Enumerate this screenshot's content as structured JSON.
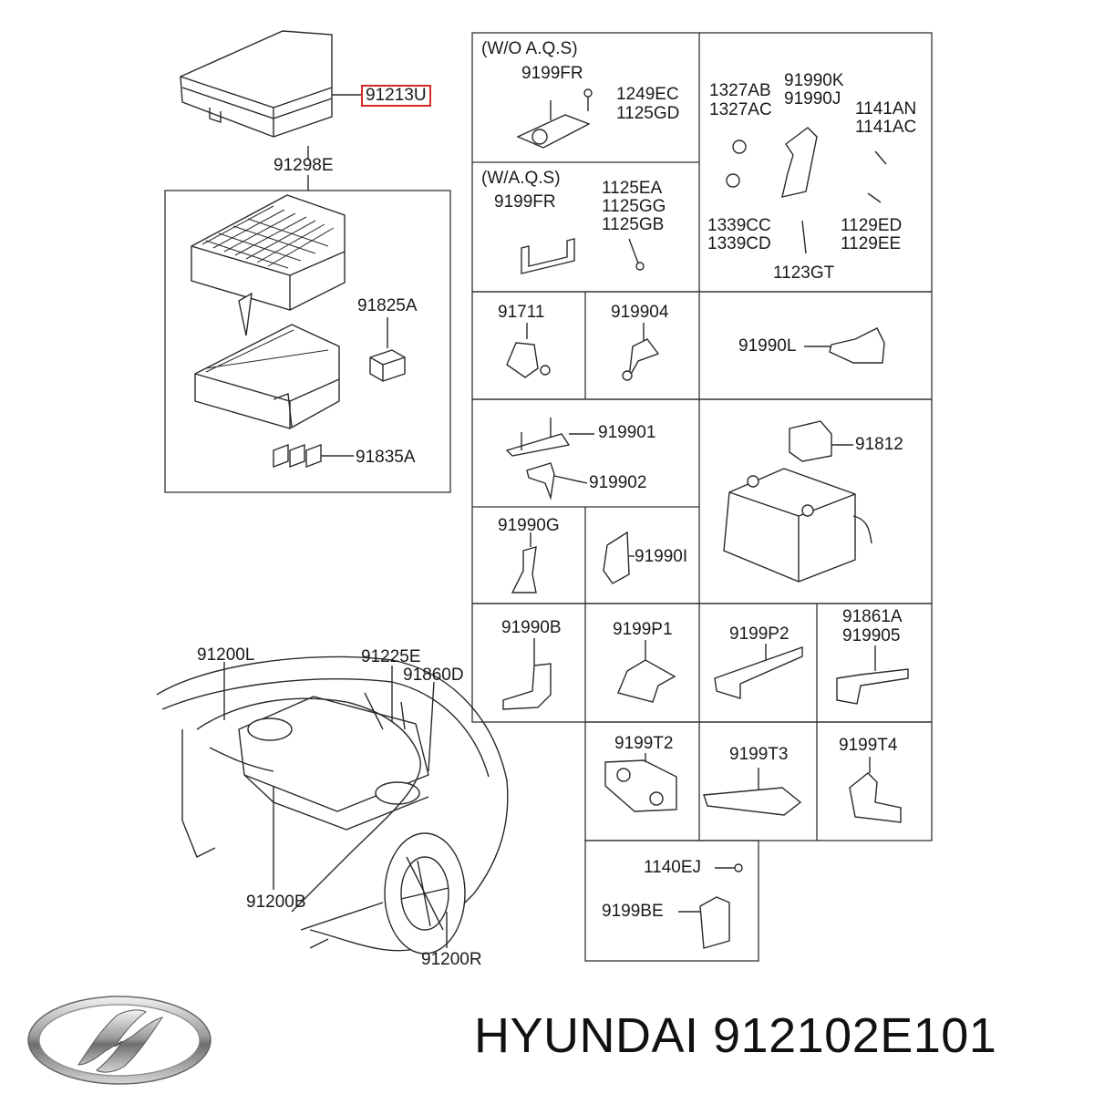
{
  "labels": {
    "cover": "91213U",
    "relay_box_assy": "91298E",
    "relay": "91825A",
    "fuse": "91835A",
    "wo_aqs": "(W/O A.Q.S)",
    "wo_bracket": "9199FR",
    "wo_bolt_a": "1249EC",
    "wo_bolt_b": "1125GD",
    "w_aqs": "(W/A.Q.S)",
    "w_bracket": "9199FR",
    "w_bolt_a": "1125EA",
    "w_bolt_b": "1125GG",
    "w_bolt_c": "1125GB",
    "nut_a": "1327AB",
    "nut_b": "1327AC",
    "bracket_k": "91990K",
    "bracket_j": "91990J",
    "bolt_an": "1141AN",
    "bolt_ac": "1141AC",
    "nut_cc": "1339CC",
    "nut_cd": "1339CD",
    "bolt_ed": "1129ED",
    "bolt_ee": "1129EE",
    "bolt_gt": "1123GT",
    "grommet": "91711",
    "clip_04": "919904",
    "bracket_l": "91990L",
    "clip_01": "919901",
    "clip_02": "919902",
    "battery_sensor": "91812",
    "bracket_g": "91990G",
    "bracket_i": "91990I",
    "bracket_b": "91990B",
    "bracket_p1": "9199P1",
    "bracket_p2": "9199P2",
    "protector": "91861A",
    "clip_05": "919905",
    "bracket_t2": "9199T2",
    "bracket_t3": "9199T3",
    "bracket_t4": "9199T4",
    "bolt_ej": "1140EJ",
    "bracket_be": "9199BE",
    "wiring_l": "91200L",
    "wiring_e": "91225E",
    "wiring_d": "91860D",
    "wiring_b": "91200B",
    "wiring_r": "91200R"
  },
  "brand": {
    "text": "HYUNDAI 912102E101",
    "logo": "hyundai-logo"
  },
  "colors": {
    "highlight": "#d62828",
    "line": "#2a2a2a"
  }
}
